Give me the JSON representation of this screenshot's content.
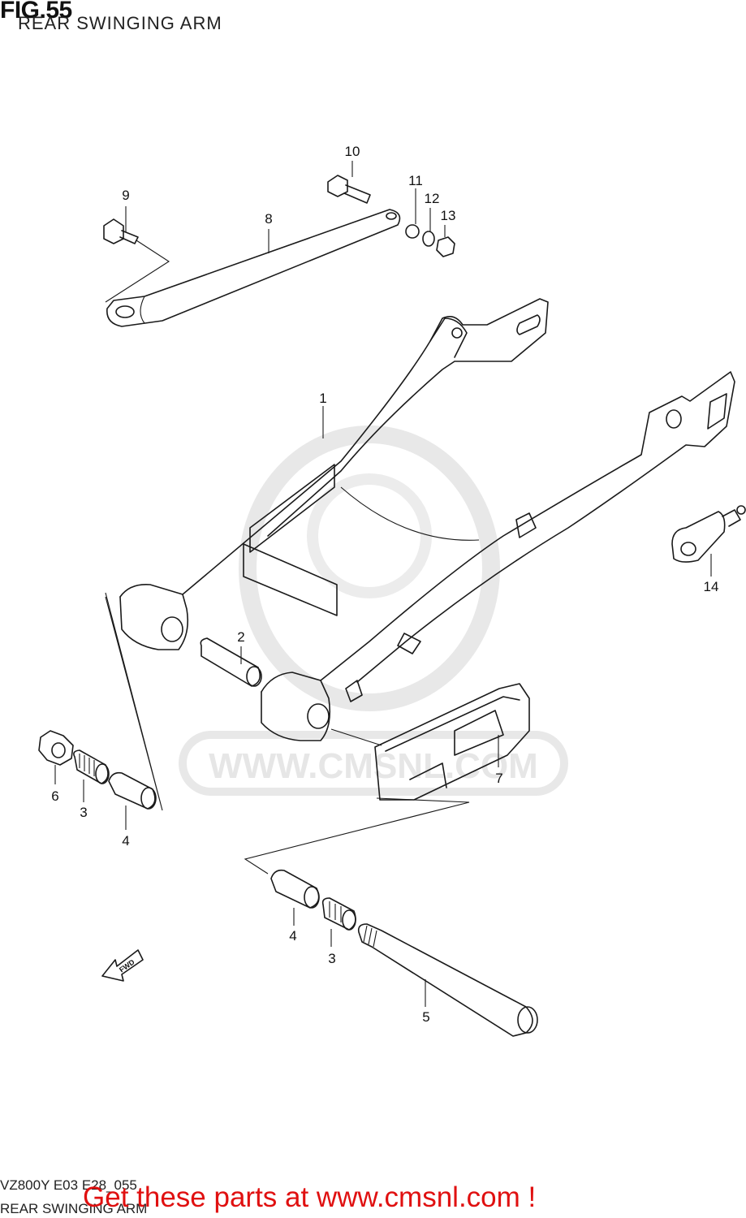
{
  "figure": {
    "title": "FIG.55",
    "subtitle": "REAR SWINGING ARM"
  },
  "watermark": {
    "text": "WWW.CMSNL.COM"
  },
  "callouts": [
    {
      "id": "1",
      "label": "1"
    },
    {
      "id": "2",
      "label": "2"
    },
    {
      "id": "3a",
      "label": "3"
    },
    {
      "id": "3b",
      "label": "3"
    },
    {
      "id": "4a",
      "label": "4"
    },
    {
      "id": "4b",
      "label": "4"
    },
    {
      "id": "5",
      "label": "5"
    },
    {
      "id": "6",
      "label": "6"
    },
    {
      "id": "7",
      "label": "7"
    },
    {
      "id": "8",
      "label": "8"
    },
    {
      "id": "9",
      "label": "9"
    },
    {
      "id": "10",
      "label": "10"
    },
    {
      "id": "11",
      "label": "11"
    },
    {
      "id": "12",
      "label": "12"
    },
    {
      "id": "13",
      "label": "13"
    },
    {
      "id": "14",
      "label": "14"
    }
  ],
  "fwd_arrow": {
    "label": "FWD",
    "icon": "forward-arrow-icon"
  },
  "footer": {
    "model_code": "VZ800Y E03 E28_055",
    "section_name": "REAR SWINGING ARM",
    "cta": "Get these parts at www.cmsnl.com !"
  },
  "colors": {
    "line": "#1a1a1a",
    "watermark": "#e6e6e6",
    "cta": "#e01010"
  }
}
